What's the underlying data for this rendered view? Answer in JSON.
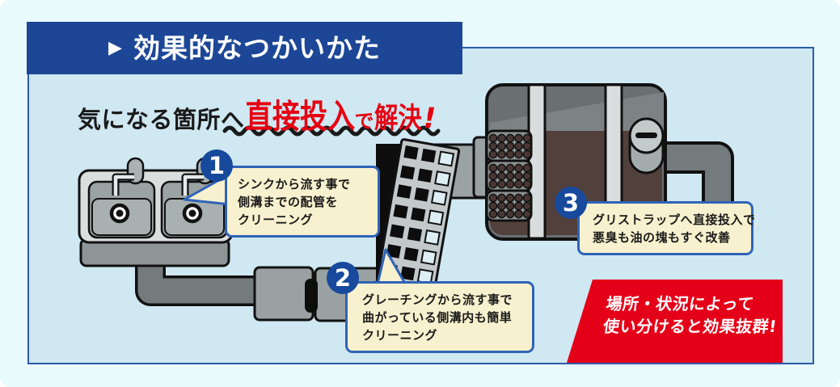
{
  "header": {
    "arrow": "▶",
    "title": "効果的なつかいかた"
  },
  "headline": {
    "prefix": "気になる箇所へ",
    "emphasis": "直接投入",
    "particle": "で",
    "result": "解決",
    "exclamation": "!"
  },
  "callouts": [
    {
      "number": "1",
      "lines": [
        "シンクから流す事で",
        "側溝までの配管を",
        "クリーニング"
      ]
    },
    {
      "number": "2",
      "lines": [
        "グレーチングから流す事で",
        "曲がっている側溝内も簡単",
        "クリーニング"
      ]
    },
    {
      "number": "3",
      "lines": [
        "グリストラップへ直接投入で",
        "悪臭も油の塊もすぐ改善"
      ]
    }
  ],
  "footer_banner": {
    "lines": [
      "場所・状況によって",
      "使い分けると効果抜群!"
    ]
  },
  "colors": {
    "header_blue": "#1d4796",
    "page_bg": "#e8fafc",
    "panel_bg": "#cfe8f2",
    "panel_border": "#2a5caa",
    "accent_red": "#e60012",
    "banner_red": "#e50019",
    "callout_bg": "#f8f1cf",
    "callout_border": "#2f63b8",
    "number_circle_blue": "#17499c",
    "text_dark": "#1a1a1a"
  }
}
